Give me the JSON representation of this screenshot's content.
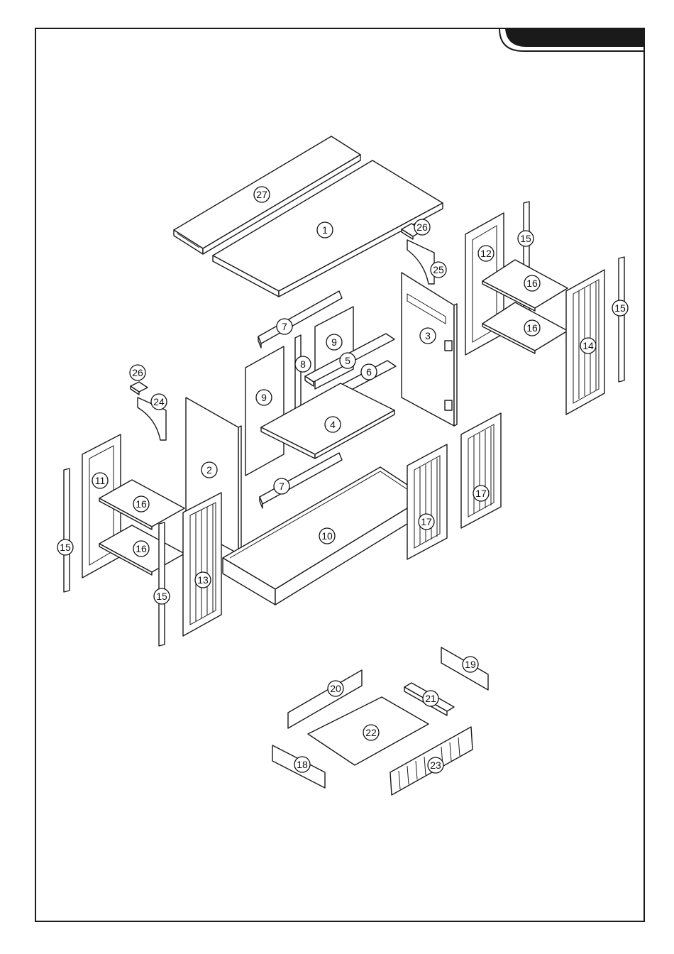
{
  "colors": {
    "line": "#1a1a1a",
    "tab": "#1a1a1a",
    "paper": "#ffffff"
  },
  "callouts": [
    {
      "id": "part-27",
      "label": "27"
    },
    {
      "id": "part-1",
      "label": "1"
    },
    {
      "id": "part-26-right",
      "label": "26"
    },
    {
      "id": "part-25",
      "label": "25"
    },
    {
      "id": "part-15-top-right",
      "label": "15"
    },
    {
      "id": "part-12",
      "label": "12"
    },
    {
      "id": "part-16-top-right-upper",
      "label": "16"
    },
    {
      "id": "part-16-top-right-lower",
      "label": "16"
    },
    {
      "id": "part-15-right",
      "label": "15"
    },
    {
      "id": "part-14",
      "label": "14"
    },
    {
      "id": "part-3",
      "label": "3"
    },
    {
      "id": "part-7-upper",
      "label": "7"
    },
    {
      "id": "part-9-right",
      "label": "9"
    },
    {
      "id": "part-8",
      "label": "8"
    },
    {
      "id": "part-5",
      "label": "5"
    },
    {
      "id": "part-6",
      "label": "6"
    },
    {
      "id": "part-26-left",
      "label": "26"
    },
    {
      "id": "part-24",
      "label": "24"
    },
    {
      "id": "part-9-left",
      "label": "9"
    },
    {
      "id": "part-4",
      "label": "4"
    },
    {
      "id": "part-2",
      "label": "2"
    },
    {
      "id": "part-11",
      "label": "11"
    },
    {
      "id": "part-16-left-upper",
      "label": "16"
    },
    {
      "id": "part-16-left-lower",
      "label": "16"
    },
    {
      "id": "part-15-left-outer",
      "label": "15"
    },
    {
      "id": "part-15-left-inner",
      "label": "15"
    },
    {
      "id": "part-13",
      "label": "13"
    },
    {
      "id": "part-7-lower",
      "label": "7"
    },
    {
      "id": "part-10",
      "label": "10"
    },
    {
      "id": "part-17-left",
      "label": "17"
    },
    {
      "id": "part-17-right",
      "label": "17"
    },
    {
      "id": "part-19",
      "label": "19"
    },
    {
      "id": "part-20",
      "label": "20"
    },
    {
      "id": "part-21",
      "label": "21"
    },
    {
      "id": "part-22",
      "label": "22"
    },
    {
      "id": "part-18",
      "label": "18"
    },
    {
      "id": "part-23",
      "label": "23"
    }
  ]
}
